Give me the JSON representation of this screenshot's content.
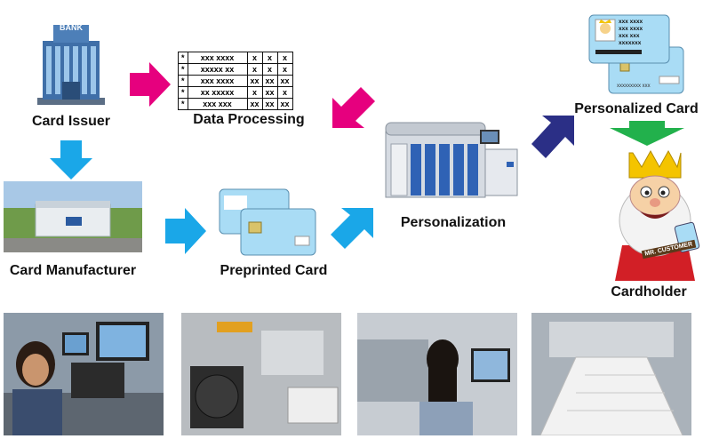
{
  "stages": {
    "card_issuer": "Card Issuer",
    "data_processing": "Data Processing",
    "personalization": "Personalization",
    "personalized_card": "Personalized Card",
    "card_manufacturer": "Card Manufacturer",
    "preprinted_card": "Preprinted Card",
    "cardholder": "Cardholder"
  },
  "bank_sign": "BANK",
  "data_table": [
    [
      "*",
      "xxx xxxx",
      "x",
      "x",
      "x"
    ],
    [
      "*",
      "xxxxx xx",
      "x",
      "x",
      "x"
    ],
    [
      "*",
      "xxx xxxx",
      "xx",
      "xx",
      "xx"
    ],
    [
      "*",
      "xx xxxxx",
      "x",
      "xx",
      "x"
    ],
    [
      "*",
      "xxx xxx",
      "xx",
      "xx",
      "xx"
    ]
  ],
  "card_text": {
    "line1": "xxx xxxx",
    "line2": "xxx xxxx",
    "line3": "xxx xxx",
    "line4": "xxxxxxx",
    "back_line": "xxxxxxxxx xxx"
  },
  "cardholder_sash": "MR. CUSTOMER",
  "colors": {
    "magenta": "#e6007e",
    "cyan": "#1aa7e8",
    "navy": "#2b2f86",
    "green": "#22b14c",
    "card_blue": "#a9dcf5"
  }
}
